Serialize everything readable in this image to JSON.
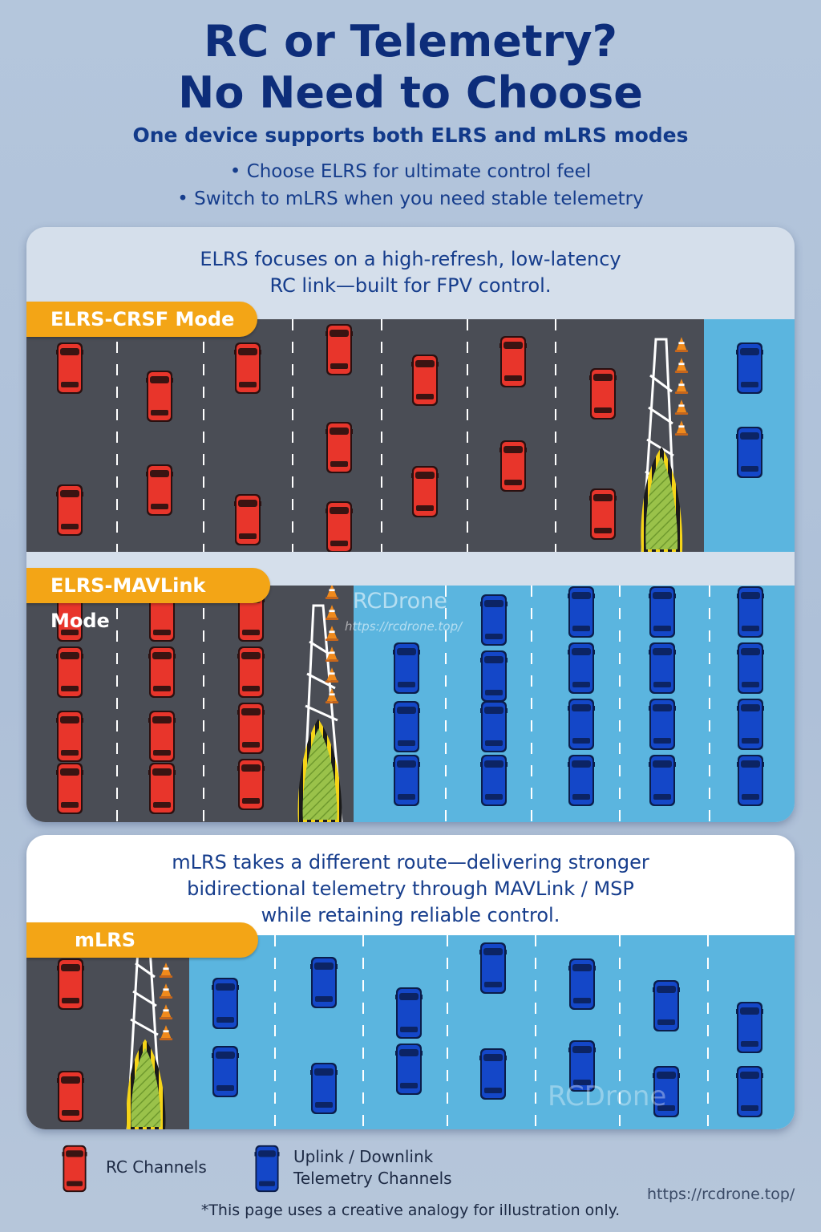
{
  "header": {
    "title_line1": "RC or Telemetry?",
    "title_line2": "No Need to Choose",
    "subtitle": "One device supports both ELRS and mLRS modes",
    "bullets": [
      "• Choose ELRS for ultimate control feel",
      "• Switch to mLRS when you need stable telemetry"
    ]
  },
  "elrs_panel": {
    "caption_line1": "ELRS focuses on a high-refresh, low-latency",
    "caption_line2": "RC link—built for FPV control.",
    "crsf_label": "ELRS-CRSF Mode",
    "mavlink_label": "ELRS-MAVLink Mode"
  },
  "mlrs_panel": {
    "caption_line1": "mLRS takes a different route—delivering stronger",
    "caption_line2": "bidirectional telemetry through MAVLink / MSP",
    "caption_line3": "while retaining reliable control.",
    "label": "mLRS"
  },
  "watermarks": {
    "brand": "RCDrone",
    "url": "https://rcdrone.top/",
    "brand_bottom": "RCDrone"
  },
  "legend": {
    "rc_label": "RC Channels",
    "telemetry_label_line1": "Uplink / Downlink",
    "telemetry_label_line2": "Telemetry Channels"
  },
  "site_url": "https://rcdrone.top/",
  "footnote": "*This page uses a creative analogy for illustration only.",
  "colors": {
    "rc_car": "#e8352b",
    "telemetry_car": "#1447c8",
    "asphalt": "#4a4d55",
    "telemetry_lane": "#5bb5df",
    "label_tag": "#f3a516",
    "title": "#0d2d7a"
  },
  "diagram": {
    "crsf": {
      "rc_lanes": 7,
      "telemetry_lanes": 1
    },
    "mavlink": {
      "rc_lanes": 3,
      "telemetry_lanes": 5
    },
    "mlrs": {
      "rc_lanes": 1,
      "telemetry_lanes": 7
    }
  }
}
